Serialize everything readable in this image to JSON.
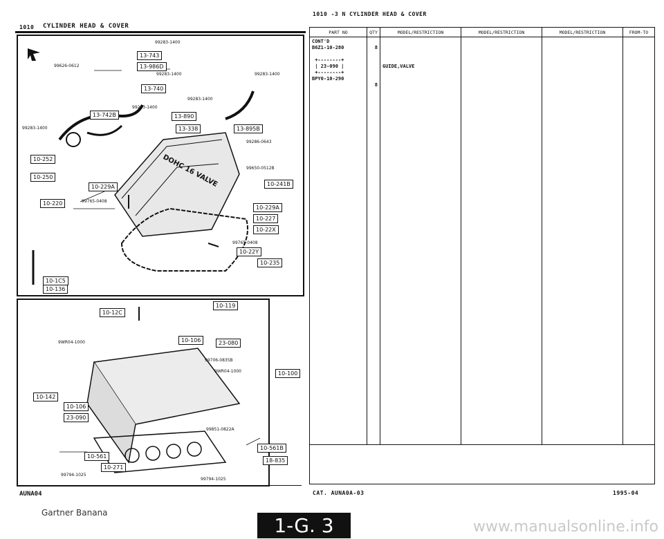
{
  "header": {
    "top_title": "1010  -3 N  CYLINDER HEAD & COVER",
    "left_code": "1010",
    "left_title": "CYLINDER HEAD & COVER"
  },
  "upper_diagram": {
    "part_labels": [
      "99283-1400",
      "99626-0612",
      "99283-1400",
      "99283-1400",
      "99283-1400",
      "99283-1400",
      "99283-1400",
      "99286-0643",
      "99650-0512B",
      "99765-0408",
      "99765-0408"
    ],
    "ref_labels": [
      "13-743",
      "13-986D",
      "13-740",
      "13-742B",
      "13-890",
      "13-338",
      "13-895B",
      "10-252",
      "10-250",
      "10-229A",
      "10-241B",
      "10-220",
      "10-229A",
      "10-227",
      "10-22X",
      "10-22Y",
      "10-235",
      "10-1C5",
      "10-136"
    ],
    "cover_text": "DOHC 16 VALVE"
  },
  "lower_diagram": {
    "part_labels": [
      "9WR04-1000",
      "99706-0835B",
      "9WR04-1000",
      "99851-0822A",
      "99794-1025",
      "99794-1025"
    ],
    "ref_labels": [
      "10-12C",
      "10-119",
      "10-106",
      "23-080",
      "10-100",
      "10-142",
      "10-106",
      "23-090",
      "10-561",
      "10-561B",
      "18-835",
      "10-271"
    ]
  },
  "table": {
    "headers": [
      "PART NO",
      "QTY",
      "MODEL/RESTRICTION",
      "MODEL/RESTRICTION",
      "MODEL/RESTRICTION",
      "FROM-TO"
    ],
    "part_col": "CONT'D\nB6Z1-10-280\n\n +--------+\n | 23-090 |\n +--------+\nBPY0-10-290",
    "qty_col": "\n8\n\n\n\n\n\n8",
    "desc_col": "\n\n\n\nGUIDE,VALVE"
  },
  "footer": {
    "left_code": "AUNA04",
    "cat": "CAT. AUNA0A-03",
    "date": "1995-04",
    "page": "1-G. 3",
    "watermark": "Gartner Banana",
    "site": "www.manualsonline.info"
  }
}
